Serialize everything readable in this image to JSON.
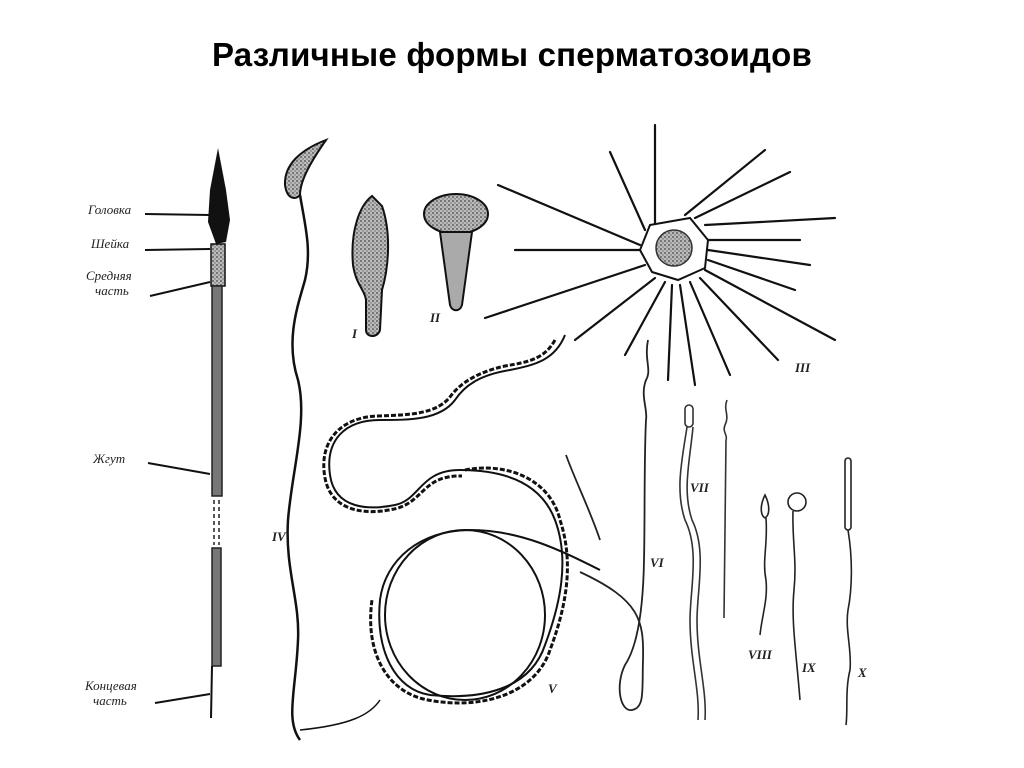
{
  "title": "Различные формы сперматозоидов",
  "parts": {
    "head": "Головка",
    "neck": "Шейка",
    "middle_1": "Средняя",
    "middle_2": "часть",
    "flagellum": "Жгут",
    "end_1": "Концевая",
    "end_2": "часть"
  },
  "forms": {
    "I": "I",
    "II": "II",
    "III": "III",
    "IV": "IV",
    "V": "V",
    "VI": "VI",
    "VII": "VII",
    "VIII": "VIII",
    "IX": "IX",
    "X": "X"
  }
}
